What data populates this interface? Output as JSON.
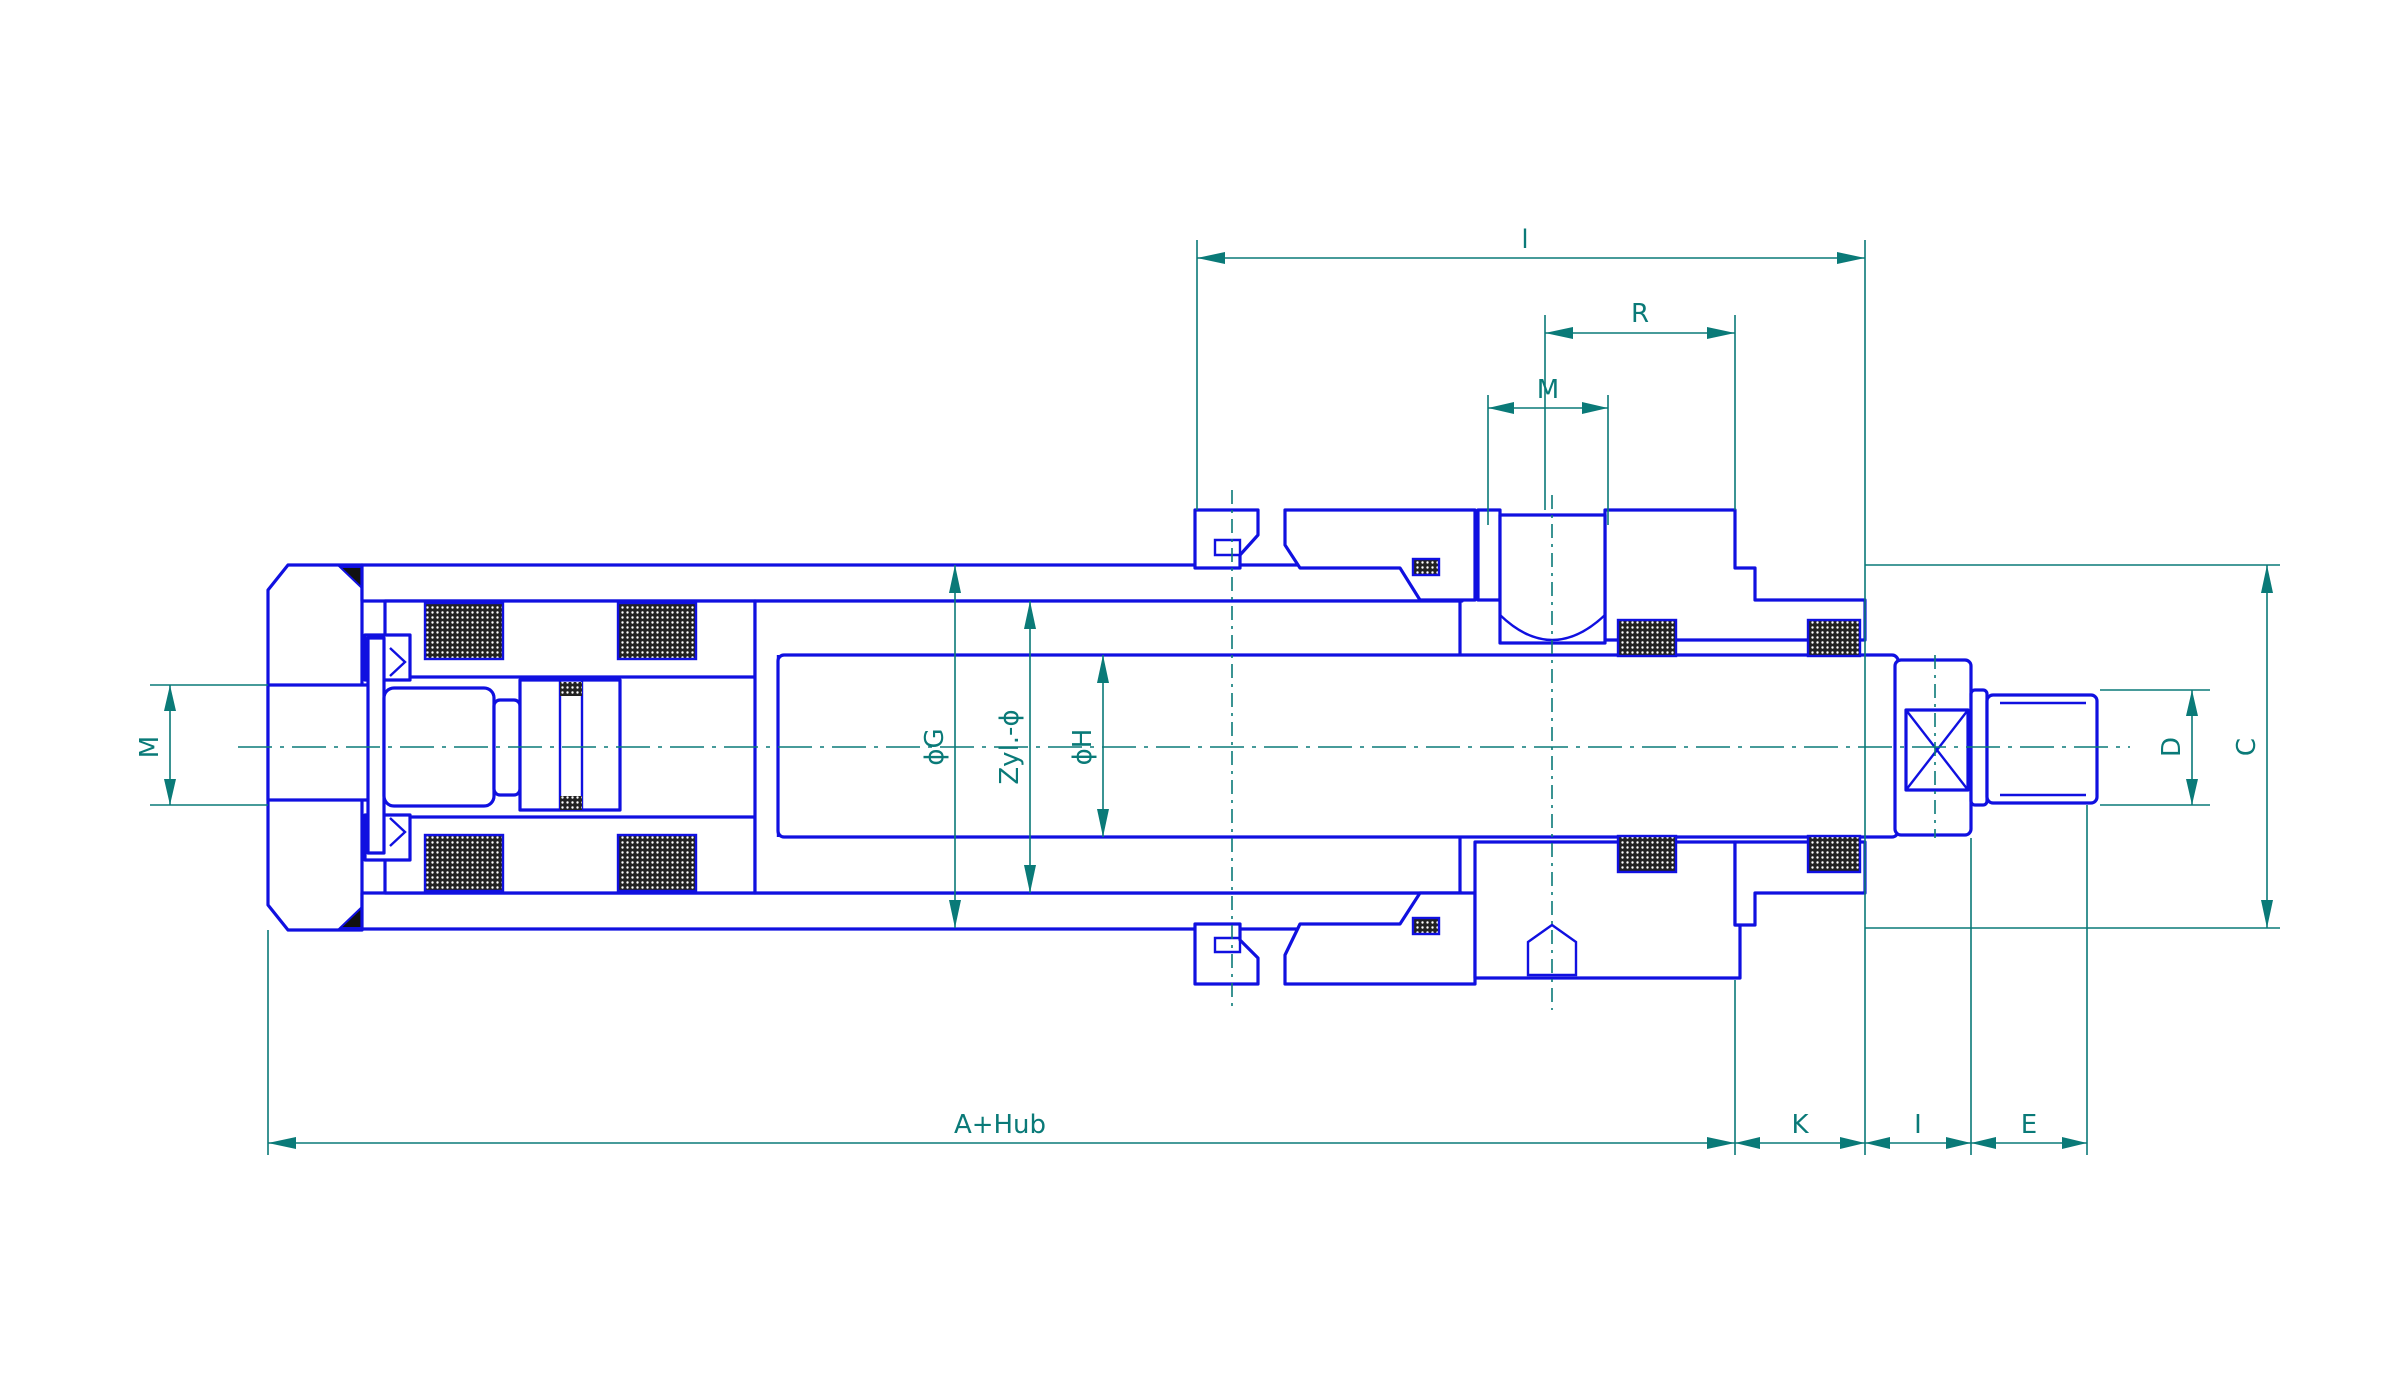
{
  "labels": {
    "overall_length": "A+Hub",
    "top_length": "l",
    "r_dim": "R",
    "m_port": "M",
    "m_rear": "M",
    "k_dim": "K",
    "i_dim": "I",
    "e_dim": "E",
    "d_dim": "D",
    "c_dim": "C",
    "phi_g": "ϕG",
    "zyl_phi": "Zyl.-ϕ",
    "phi_h": "ϕH"
  },
  "colors": {
    "outline": "#1010e0",
    "dimension": "#0a7a78",
    "background": "#ffffff"
  }
}
